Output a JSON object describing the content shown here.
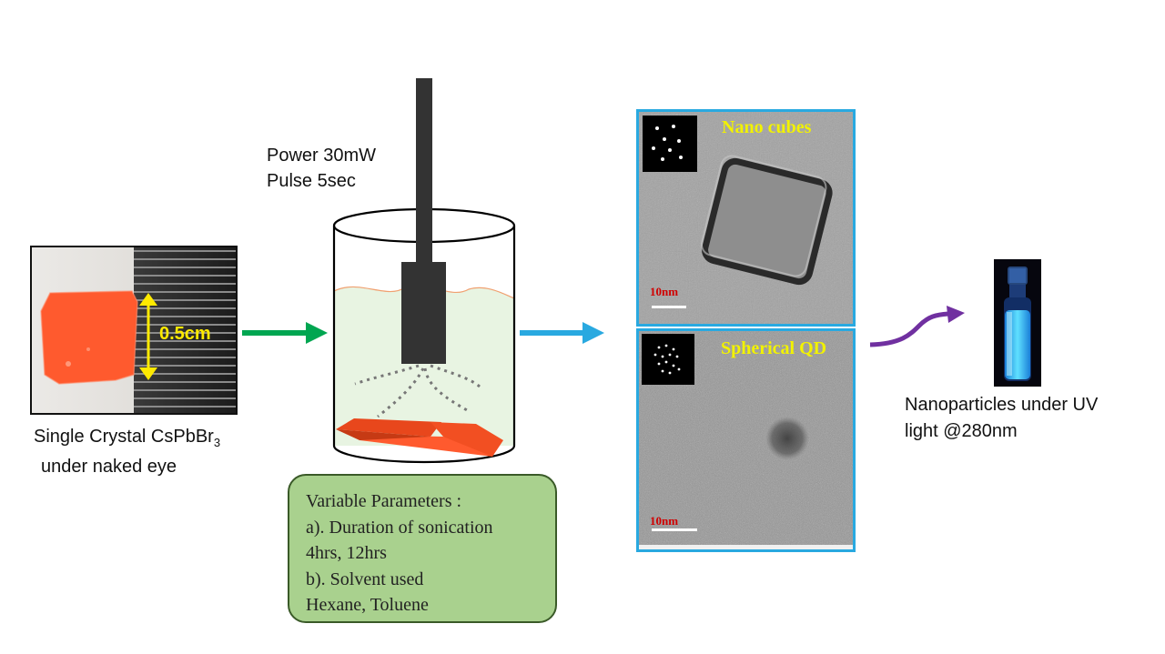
{
  "crystal": {
    "scale_label": "0.5cm",
    "caption_line1": "Single Crystal CsPbBr",
    "caption_sub": "3",
    "caption_line2": "under naked eye"
  },
  "sonication": {
    "power": "Power 30mW",
    "pulse": "Pulse 5sec"
  },
  "parameters": {
    "lines": [
      "Variable Parameters :",
      "a). Duration of sonication",
      "4hrs, 12hrs",
      "b). Solvent used",
      "Hexane, Toluene"
    ]
  },
  "tem": {
    "cubes_title": "Nano cubes",
    "cubes_scale": "10nm",
    "qd_title": "Spherical QD",
    "qd_scale": "10nm"
  },
  "result": {
    "line1": "Nanoparticles under UV",
    "line2": "light @280nm"
  },
  "colors": {
    "arrow_green": "#00a651",
    "arrow_blue": "#29a9e0",
    "arrow_purple": "#7030a0",
    "crystal_orange": "#ff5a2e",
    "params_fill": "#a9d18e",
    "uv_glow": "#3ec8ff"
  }
}
